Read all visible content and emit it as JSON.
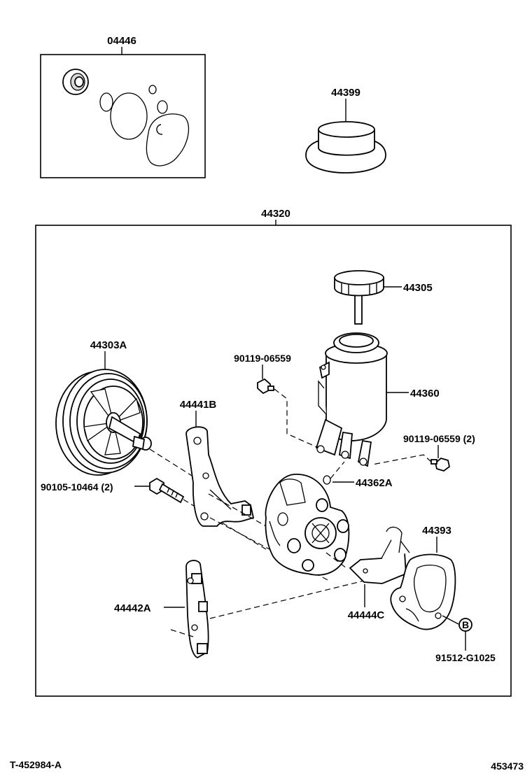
{
  "parts": {
    "kit": "04446",
    "cap_cover": "44399",
    "pump_assy": "44320",
    "reservoir_cap": "44305",
    "pulley": "44303A",
    "bolt_reservoir_a": "90119-06559",
    "reservoir": "44360",
    "bracket_rear": "44441B",
    "bolt_reservoir_b": "90119-06559 (2)",
    "bolt_pulley": "90105-10464 (2)",
    "o_ring": "44362A",
    "gasket_plate": "44393",
    "bracket_front": "44442A",
    "bracket_side": "44444C",
    "callout_b": "B",
    "clip": "91512-G1025"
  },
  "footer": {
    "left_code": "T-452984-A",
    "right_code": "453473"
  }
}
